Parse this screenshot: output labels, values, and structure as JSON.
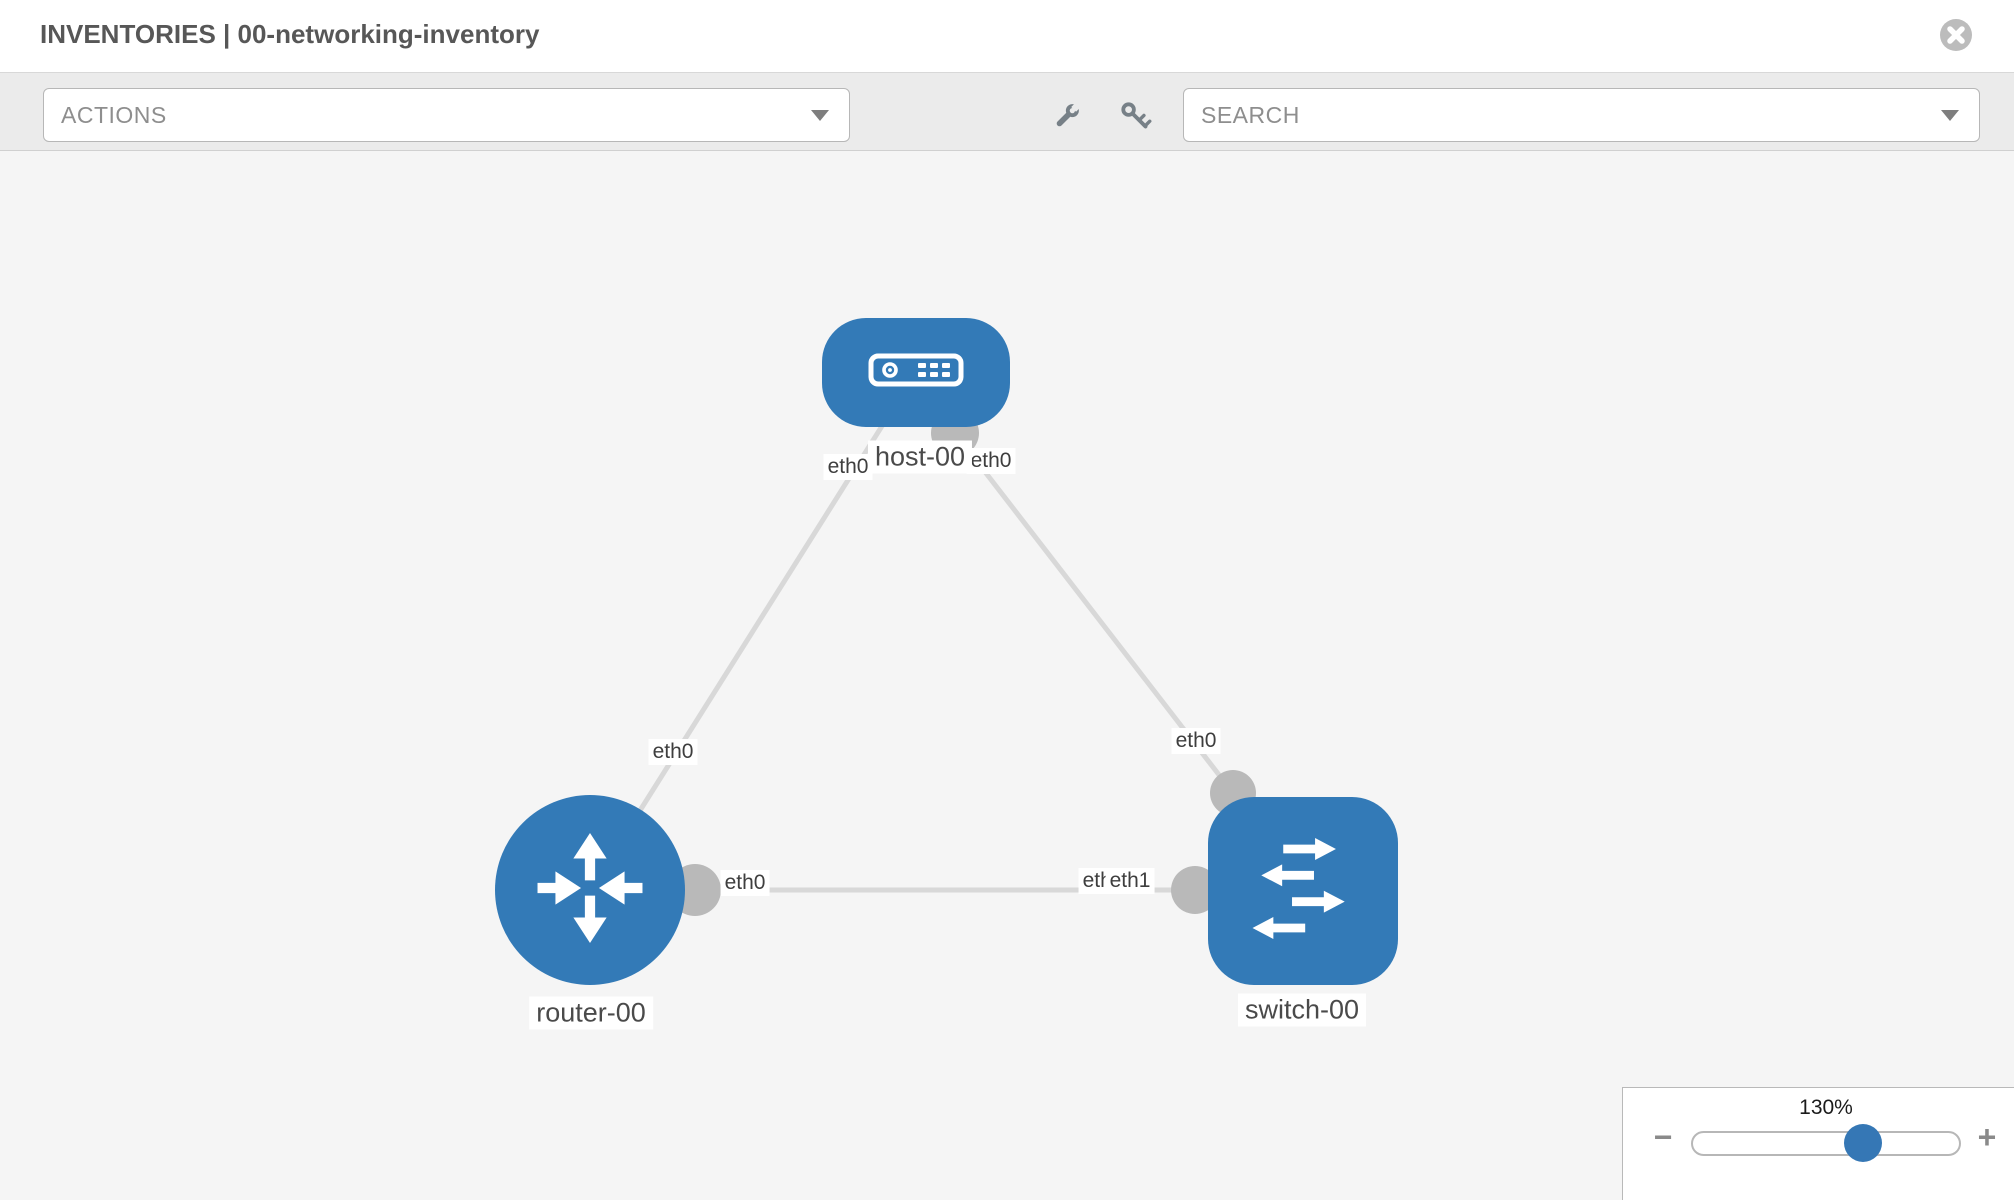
{
  "header": {
    "title_prefix": "INVENTORIES",
    "title_separator": " | ",
    "title_name": "00-networking-inventory"
  },
  "toolbar": {
    "actions_label": "ACTIONS",
    "search_label": "SEARCH",
    "tool_icons": [
      "wrench-icon",
      "key-icon"
    ]
  },
  "topology": {
    "nodes": [
      {
        "id": "host-00",
        "type": "host",
        "label": "host-00"
      },
      {
        "id": "router-00",
        "type": "router",
        "label": "router-00"
      },
      {
        "id": "switch-00",
        "type": "switch",
        "label": "switch-00"
      }
    ],
    "links": [
      {
        "from": "host-00",
        "to": "router-00",
        "from_iface": "eth0",
        "to_iface": "eth0"
      },
      {
        "from": "host-00",
        "to": "switch-00",
        "from_iface": "eth0",
        "to_iface": "eth0"
      },
      {
        "from": "router-00",
        "to": "switch-00",
        "from_iface": "eth0",
        "to_iface": "eth1"
      }
    ],
    "iface_labels": {
      "host_left": "eth0",
      "host_right": "eth0",
      "router_top": "eth0",
      "switch_top": "eth0",
      "router_right": "eth0",
      "switch_left_hidden": "eth0",
      "switch_left": "eth1"
    }
  },
  "zoom_control": {
    "level": "130%",
    "minus": "−",
    "plus": "+"
  },
  "colors": {
    "node_blue": "#337ab7",
    "link_gray": "#d8d8d8",
    "interface_gray": "#b9b9b9",
    "canvas_bg": "#f5f5f5",
    "toolbar_bg": "#ebebeb",
    "slider_handle_blue": "#3577b5",
    "title_text": "#575757"
  }
}
